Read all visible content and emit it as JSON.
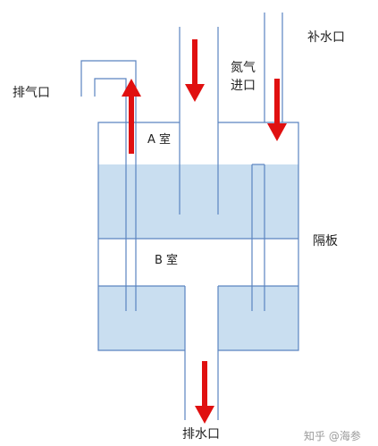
{
  "labels": {
    "refill_inlet": "补水口",
    "exhaust_outlet": "排气口",
    "nitrogen_inlet_line1": "氮气",
    "nitrogen_inlet_line2": "进口",
    "chamber_a": "A 室",
    "partition": "隔板",
    "chamber_b": "B 室",
    "drain_outlet": "排水口"
  },
  "watermark": "知乎 @海参",
  "colors": {
    "water": "#c9def0",
    "outline": "#5b84c0",
    "arrow": "#e01010",
    "text": "#222222"
  }
}
